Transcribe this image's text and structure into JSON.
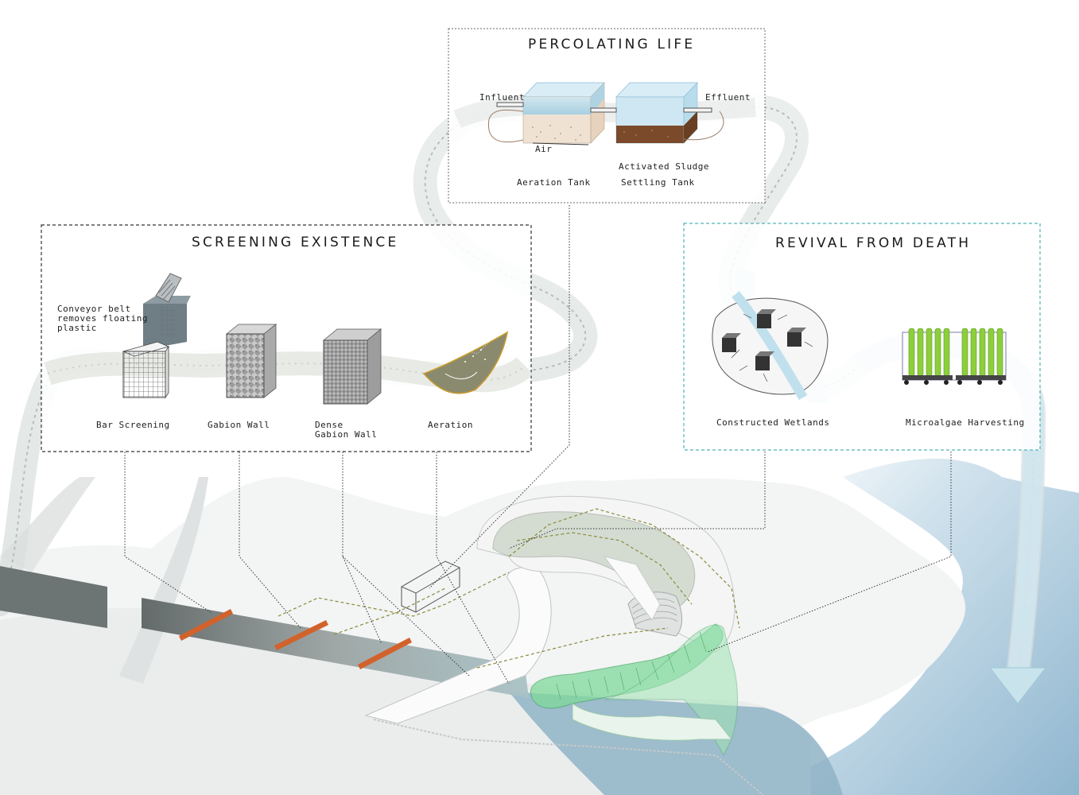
{
  "panels": {
    "percolating": {
      "title": "PERCOLATING LIFE",
      "labels": {
        "influent": "Influent",
        "effluent": "Effluent",
        "air": "Air",
        "activated_sludge": "Activated Sludge",
        "aeration_tank": "Aeration Tank",
        "settling_tank": "Settling Tank"
      }
    },
    "screening": {
      "title": "SCREENING EXISTENCE",
      "labels": {
        "conveyor_line1": "Conveyor belt",
        "conveyor_line2": "removes floating",
        "conveyor_line3": "plastic",
        "bar_screening": "Bar Screening",
        "gabion_wall": "Gabion Wall",
        "dense_line1": "Dense",
        "dense_line2": "Gabion Wall",
        "aeration": "Aeration"
      }
    },
    "revival": {
      "title": "REVIVAL FROM DEATH",
      "labels": {
        "constructed_wetlands": "Constructed Wetlands",
        "microalgae_harvesting": "Microalgae Harvesting"
      }
    }
  },
  "colors": {
    "dashed_box": "#333333",
    "revival_box": "#4fb3b8",
    "water": "#8fbcd6",
    "screen_bar": "#d2622c",
    "channel": "#9aa3a3",
    "green_ramp": "#7fd89a",
    "wetland_green": "#cfd9c8",
    "algae": "#8ccf3a"
  }
}
